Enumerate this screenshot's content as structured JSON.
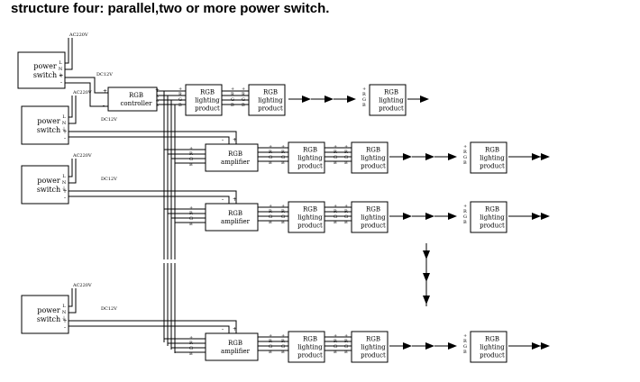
{
  "title": "structure four: parallel,two or more power switch.",
  "labels": {
    "power_switch": [
      "power",
      "switch"
    ],
    "rgb_controller": [
      "RGB",
      "controller"
    ],
    "rgb_amplifier": [
      "RGB",
      "amplifier"
    ],
    "rgb_product": [
      "RGB",
      "lighting",
      "product"
    ],
    "ac_input": "AC220V",
    "dc_output": "DC12V",
    "terminals_lnd": [
      "L",
      "N",
      "⏚"
    ],
    "terminals_pm": [
      "+",
      "-"
    ],
    "terminals_rgb": [
      "+",
      "R",
      "G",
      "B"
    ]
  }
}
